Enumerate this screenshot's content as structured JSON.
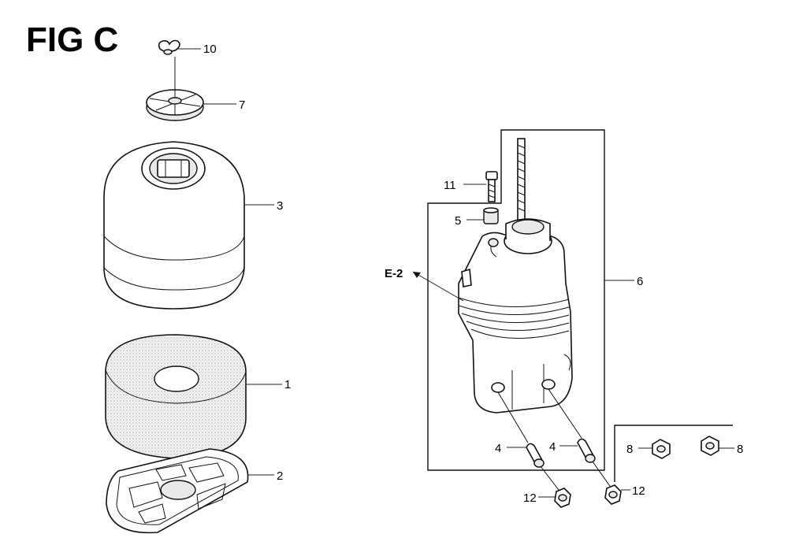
{
  "figure": {
    "title": "FIG C",
    "reference_label": "E-2"
  },
  "callouts": [
    {
      "id": "c10",
      "label": "10"
    },
    {
      "id": "c7",
      "label": "7"
    },
    {
      "id": "c3",
      "label": "3"
    },
    {
      "id": "c1",
      "label": "1"
    },
    {
      "id": "c2",
      "label": "2"
    },
    {
      "id": "c11",
      "label": "11"
    },
    {
      "id": "c5",
      "label": "5"
    },
    {
      "id": "c6",
      "label": "6"
    },
    {
      "id": "c4a",
      "label": "4"
    },
    {
      "id": "c4b",
      "label": "4"
    },
    {
      "id": "c12a",
      "label": "12"
    },
    {
      "id": "c12b",
      "label": "12"
    },
    {
      "id": "c8a",
      "label": "8"
    },
    {
      "id": "c8b",
      "label": "8"
    }
  ]
}
